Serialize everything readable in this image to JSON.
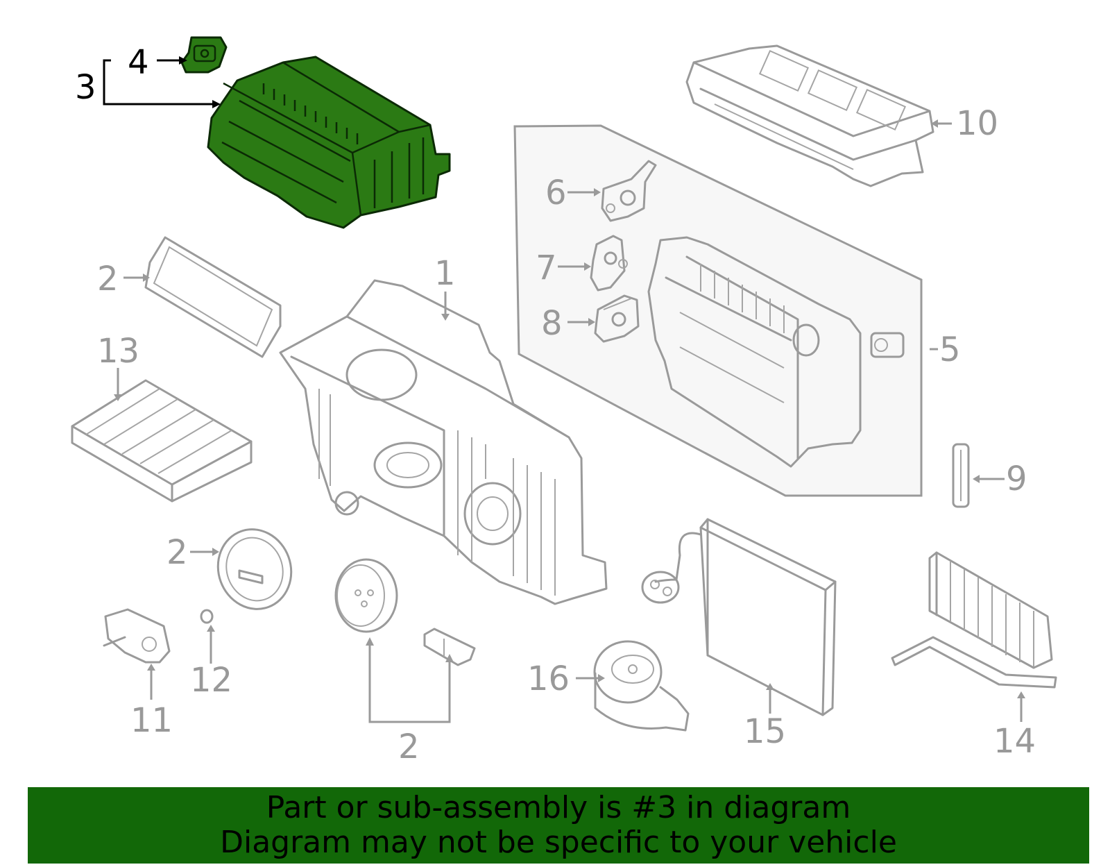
{
  "callouts": {
    "c1": "1",
    "c2a": "2",
    "c2b": "2",
    "c2c": "2",
    "c3": "3",
    "c4": "4",
    "c5": "5",
    "c6": "6",
    "c7": "7",
    "c8": "8",
    "c9": "9",
    "c10": "10",
    "c11": "11",
    "c12": "12",
    "c13": "13",
    "c14": "14",
    "c15": "15",
    "c16": "16"
  },
  "banner": {
    "line1": "Part or sub-assembly is #3 in diagram",
    "line2": "Diagram may not be specific to your vehicle"
  },
  "colors": {
    "highlight_part": "#2b7a14",
    "banner_bg": "#126808",
    "line_art": "#9a9a9a",
    "panel_bg": "#f7f7f7"
  }
}
